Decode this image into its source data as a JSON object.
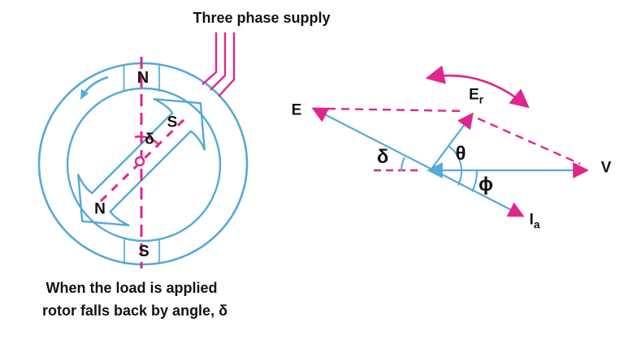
{
  "colors": {
    "blue": "#55a9d8",
    "magenta": "#e0268c",
    "text": "#121212",
    "background": "#ffffff"
  },
  "supply": {
    "title": "Three phase supply"
  },
  "motor": {
    "stator_top_pole": "N",
    "stator_bottom_pole": "S",
    "rotor_upper_pole": "S",
    "rotor_lower_pole": "N",
    "load_angle": "δ"
  },
  "caption": {
    "line1": "When the load is applied",
    "line2": "rotor falls back by angle, δ"
  },
  "phasor": {
    "e_label": "E",
    "er_main": "E",
    "er_sub": "r",
    "v_label": "V",
    "ia_main": "I",
    "ia_sub": "a",
    "theta_label": "θ",
    "phi_label": "ϕ",
    "delta_label": "δ"
  }
}
